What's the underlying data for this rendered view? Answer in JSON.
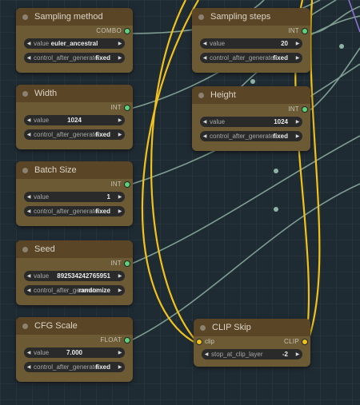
{
  "colors": {
    "canvas": "#1f2b33",
    "node_body": "#6b5a34",
    "node_header": "#5a4526",
    "wire_green": "#8fb3a3",
    "wire_yellow": "#f2c21c",
    "port_green": "#5fd07d"
  },
  "nodes": {
    "sampling_method": {
      "title": "Sampling method",
      "output": "COMBO",
      "widgets": [
        {
          "label": "value",
          "value": "euler_ancestral"
        },
        {
          "label": "control_after_generate",
          "value": "fixed"
        }
      ]
    },
    "sampling_steps": {
      "title": "Sampling steps",
      "output": "INT",
      "widgets": [
        {
          "label": "value",
          "value": "20"
        },
        {
          "label": "control_after_generate",
          "value": "fixed"
        }
      ]
    },
    "width": {
      "title": "Width",
      "output": "INT",
      "widgets": [
        {
          "label": "value",
          "value": "1024"
        },
        {
          "label": "control_after_generate",
          "value": "fixed"
        }
      ]
    },
    "height": {
      "title": "Height",
      "output": "INT",
      "widgets": [
        {
          "label": "value",
          "value": "1024"
        },
        {
          "label": "control_after_generate",
          "value": "fixed"
        }
      ]
    },
    "batch_size": {
      "title": "Batch Size",
      "output": "INT",
      "widgets": [
        {
          "label": "value",
          "value": "1"
        },
        {
          "label": "control_after_generate",
          "value": "fixed"
        }
      ]
    },
    "seed": {
      "title": "Seed",
      "output": "INT",
      "widgets": [
        {
          "label": "value",
          "value": "892534242765951"
        },
        {
          "label": "control_after_generate",
          "value": "randomize"
        }
      ]
    },
    "cfg_scale": {
      "title": "CFG Scale",
      "output": "FLOAT",
      "widgets": [
        {
          "label": "value",
          "value": "7.000"
        },
        {
          "label": "control_after_generate",
          "value": "fixed"
        }
      ]
    },
    "clip_skip": {
      "title": "CLIP Skip",
      "input": "clip",
      "output": "CLIP",
      "widgets": [
        {
          "label": "stop_at_clip_layer",
          "value": "-2"
        }
      ]
    }
  },
  "icons": {
    "decrement": "arrow-left-icon",
    "increment": "arrow-right-icon",
    "collapse": "node-collapse-dot-icon"
  }
}
